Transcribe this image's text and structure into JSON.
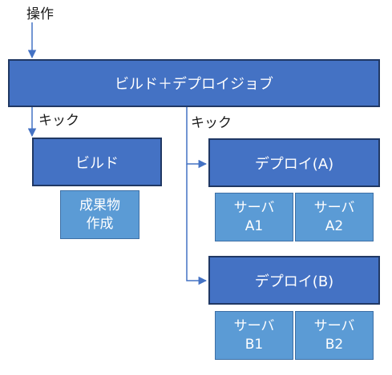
{
  "labels": {
    "operation": "操作",
    "kick_left": "キック",
    "kick_right": "キック"
  },
  "boxes": {
    "build_deploy_job": "ビルド＋デプロイジョブ",
    "build": "ビルド",
    "artifact": "成果物\n作成",
    "deploy_a": "デプロイ(A)",
    "server_a1": "サーバ\nA1",
    "server_a2": "サーバ\nA2",
    "deploy_b": "デプロイ(B)",
    "server_b1": "サーバ\nB1",
    "server_b2": "サーバ\nB2"
  },
  "colors": {
    "dark_box": "#4472c4",
    "dark_border": "#203864",
    "light_box": "#5b9bd5",
    "connector": "#4472c4"
  }
}
